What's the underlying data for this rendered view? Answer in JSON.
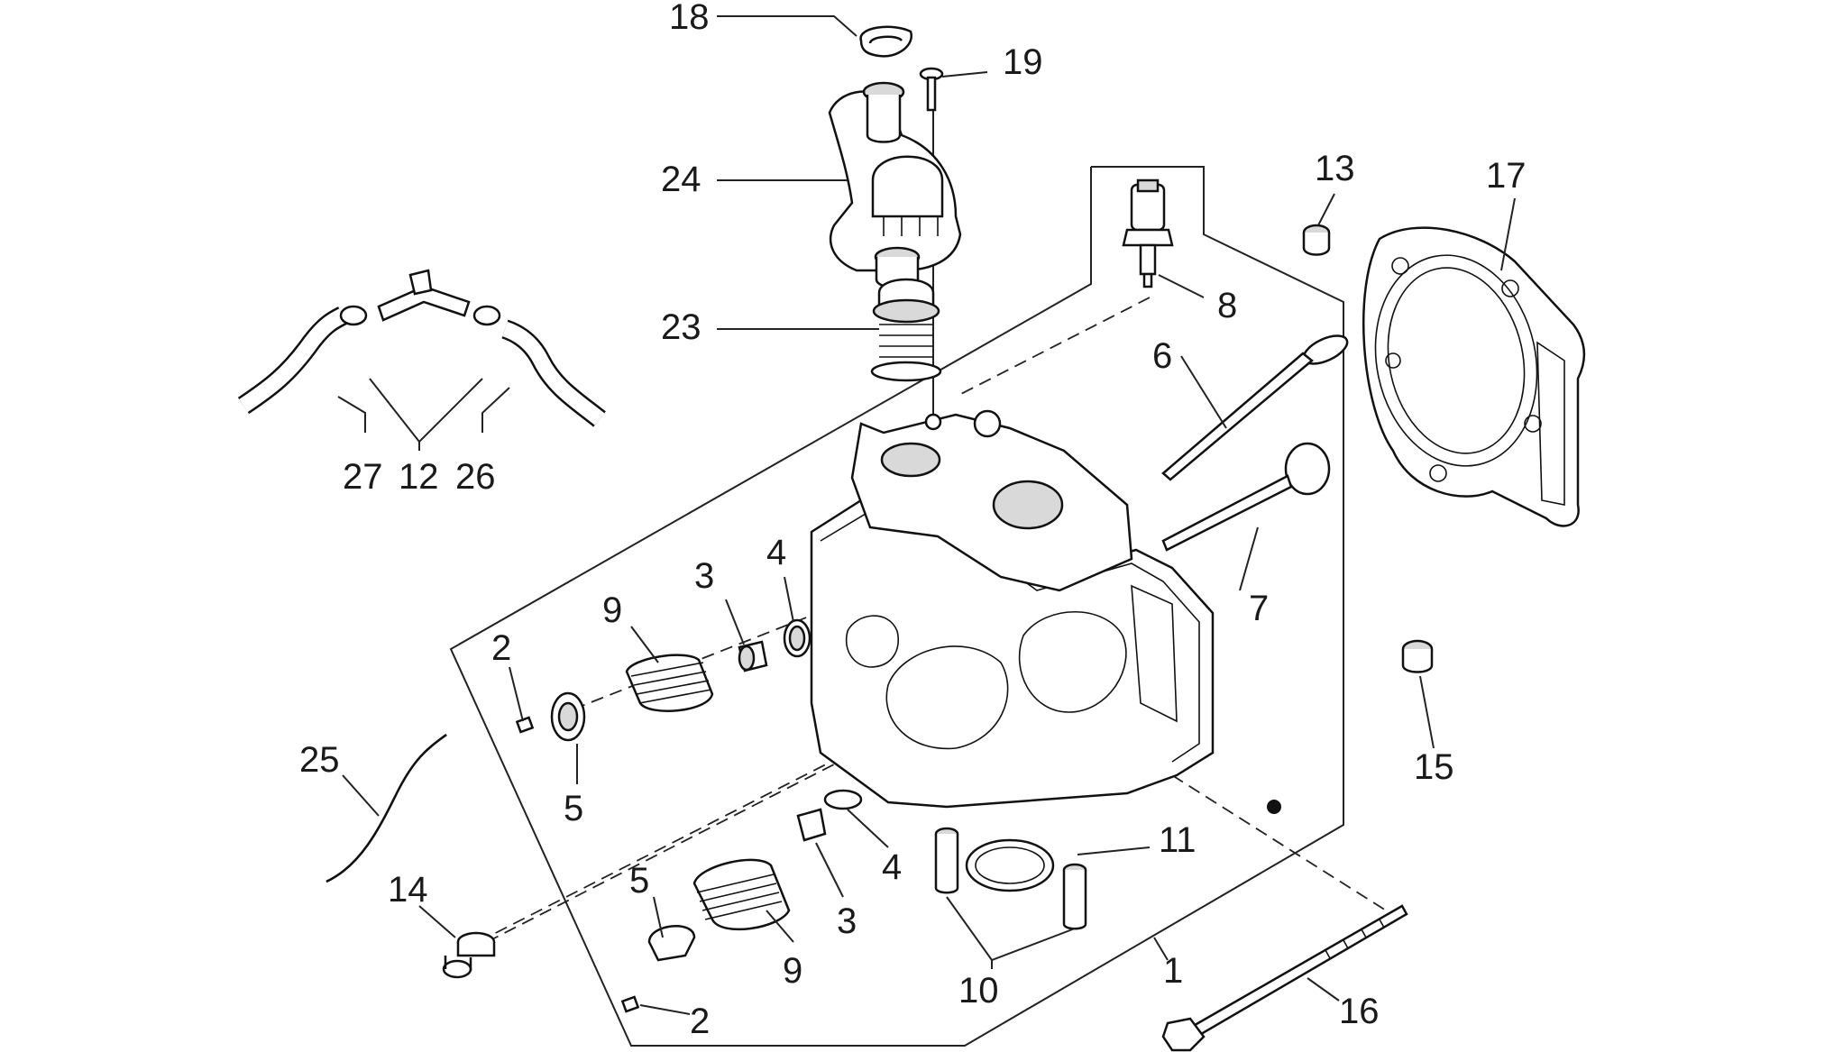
{
  "diagram": {
    "callouts": [
      {
        "id": "18",
        "text": "18"
      },
      {
        "id": "19",
        "text": "19"
      },
      {
        "id": "24",
        "text": "24"
      },
      {
        "id": "13",
        "text": "13"
      },
      {
        "id": "17",
        "text": "17"
      },
      {
        "id": "8",
        "text": "8"
      },
      {
        "id": "23",
        "text": "23"
      },
      {
        "id": "6",
        "text": "6"
      },
      {
        "id": "27",
        "text": "27"
      },
      {
        "id": "12",
        "text": "12"
      },
      {
        "id": "26",
        "text": "26"
      },
      {
        "id": "4a",
        "text": "4"
      },
      {
        "id": "3a",
        "text": "3"
      },
      {
        "id": "9a",
        "text": "9"
      },
      {
        "id": "7",
        "text": "7"
      },
      {
        "id": "2a",
        "text": "2"
      },
      {
        "id": "25",
        "text": "25"
      },
      {
        "id": "5a",
        "text": "5"
      },
      {
        "id": "15",
        "text": "15"
      },
      {
        "id": "11",
        "text": "11"
      },
      {
        "id": "4b",
        "text": "4"
      },
      {
        "id": "14",
        "text": "14"
      },
      {
        "id": "5b",
        "text": "5"
      },
      {
        "id": "3b",
        "text": "3"
      },
      {
        "id": "9b",
        "text": "9"
      },
      {
        "id": "1",
        "text": "1"
      },
      {
        "id": "10",
        "text": "10"
      },
      {
        "id": "16",
        "text": "16"
      },
      {
        "id": "2b",
        "text": "2"
      }
    ]
  }
}
